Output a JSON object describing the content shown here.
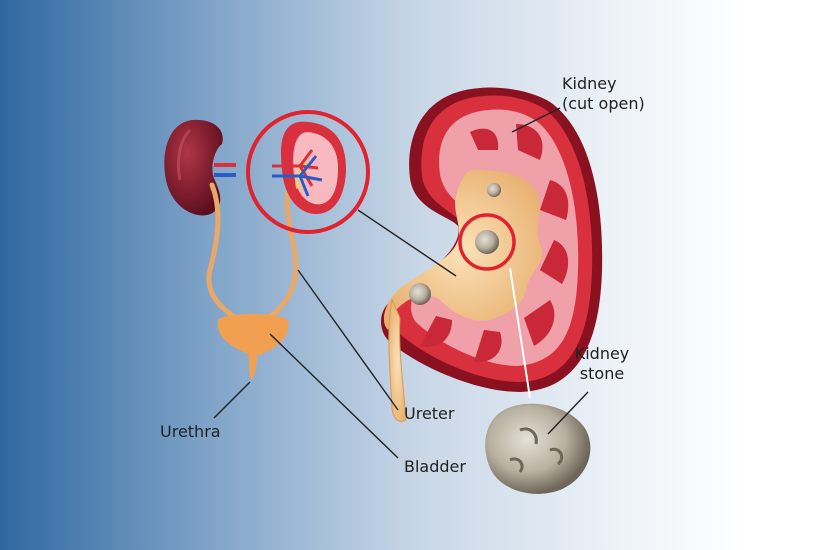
{
  "labels": {
    "kidney_cut": [
      "Kidney",
      "(cut open)"
    ],
    "kidney_stone": [
      "Kidney",
      "stone"
    ],
    "ureter": "Ureter",
    "urethra": "Urethra",
    "bladder": "Bladder"
  },
  "colors": {
    "kidney_dark": "#7a1a2a",
    "cortex_red": "#d8303c",
    "pelvis_tan": "#f2c890",
    "highlight_circle": "#e0232e",
    "bladder_orange": "#f0a050",
    "stone_gray": "#b8b0a0",
    "artery_red": "#d8303c",
    "vein_blue": "#2a5cc8"
  }
}
